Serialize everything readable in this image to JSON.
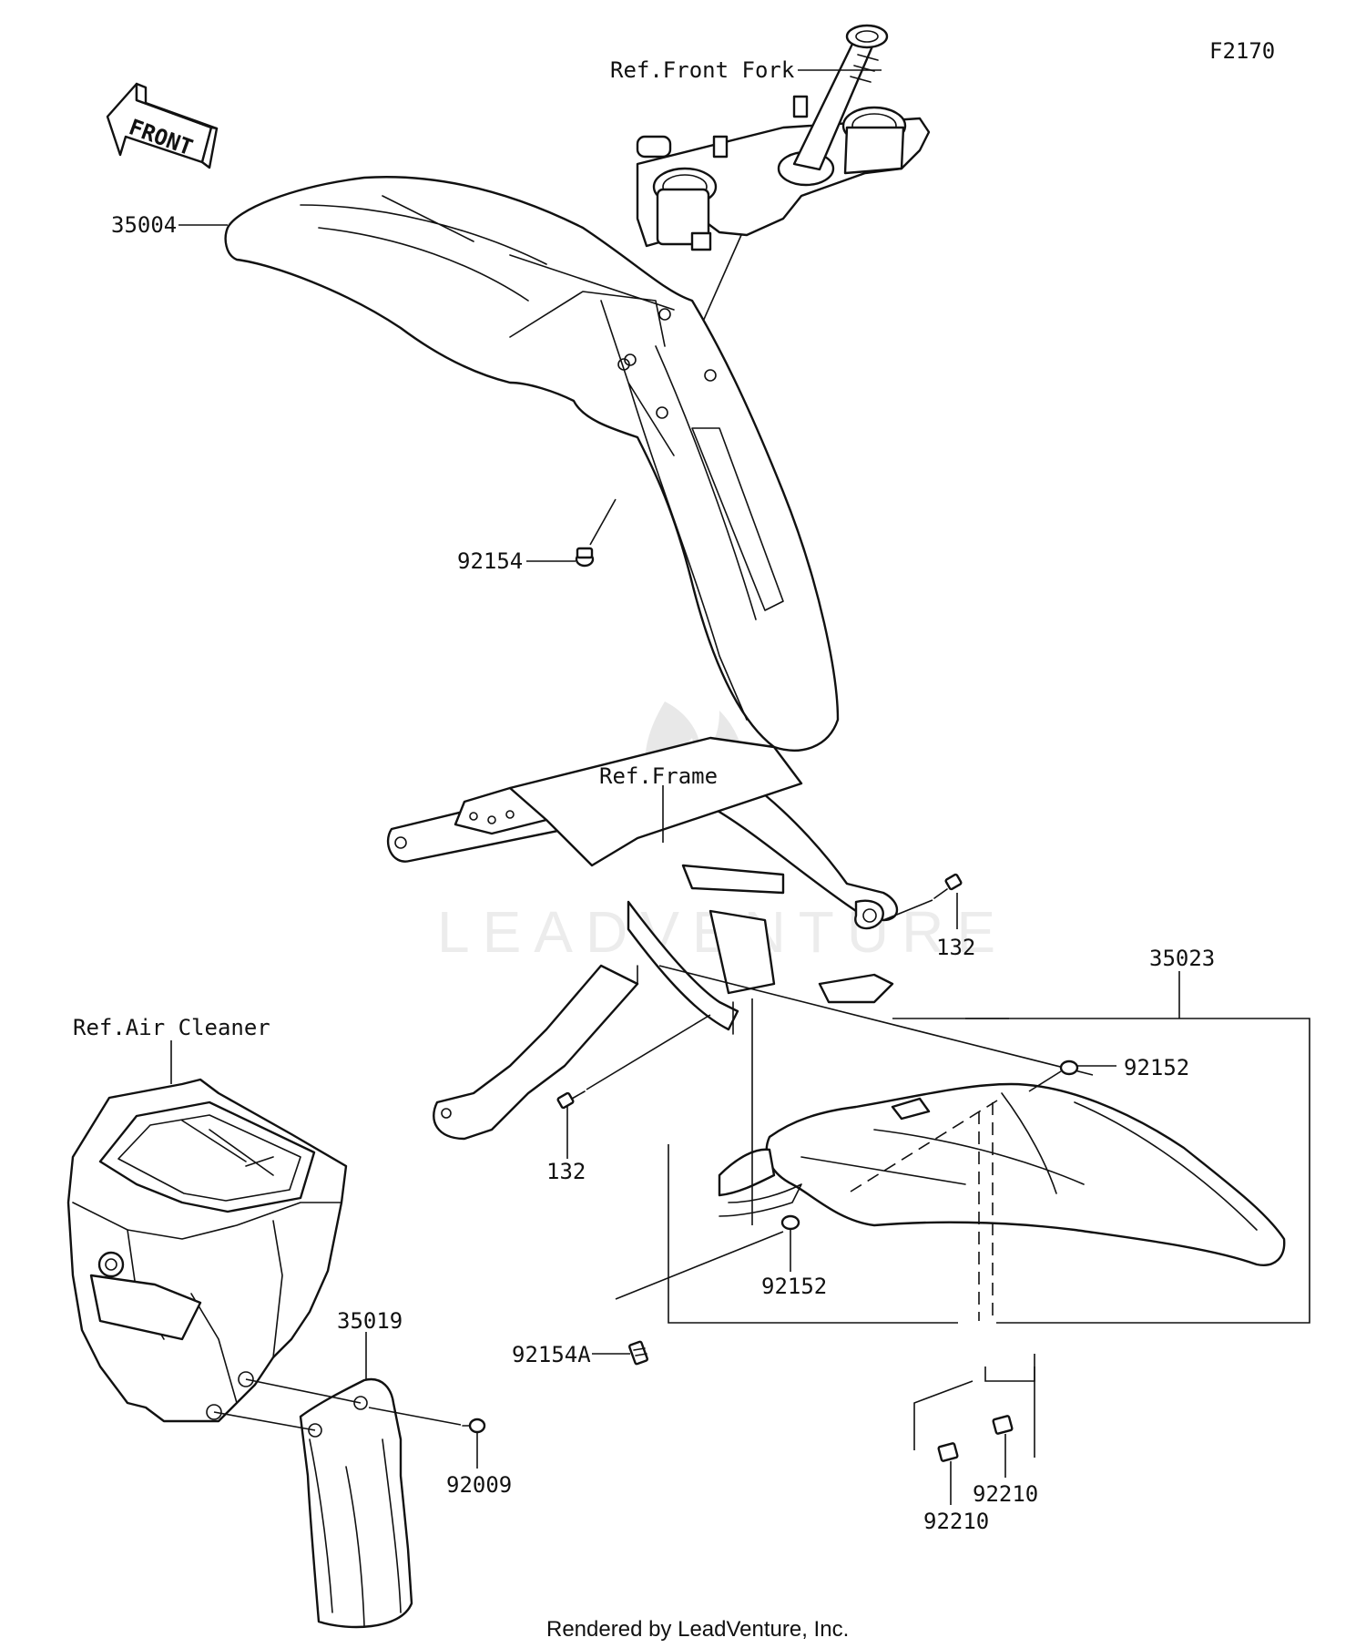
{
  "diagram_code": "F2170",
  "front_arrow": {
    "label": "FRONT",
    "icon": "front-direction-arrow-icon"
  },
  "watermark": {
    "text": "LEADVENTURE"
  },
  "references": {
    "front_fork": "Ref.Front Fork",
    "frame": "Ref.Frame",
    "air_cleaner": "Ref.Air Cleaner"
  },
  "parts": {
    "front_fender": "35004",
    "front_fender_bolt": "92154",
    "rear_fender_assembly": "35023",
    "rear_fender_nut_upper": "92152",
    "rear_fender_nut_lower": "92152",
    "rear_fender_bolt": "92154A",
    "frame_bolt_right": "132",
    "frame_bolt_left": "132",
    "mud_flap": "35019",
    "mud_flap_screw": "92009",
    "washer_a": "92210",
    "washer_b": "92210"
  },
  "footer": "Rendered by LeadVenture, Inc."
}
